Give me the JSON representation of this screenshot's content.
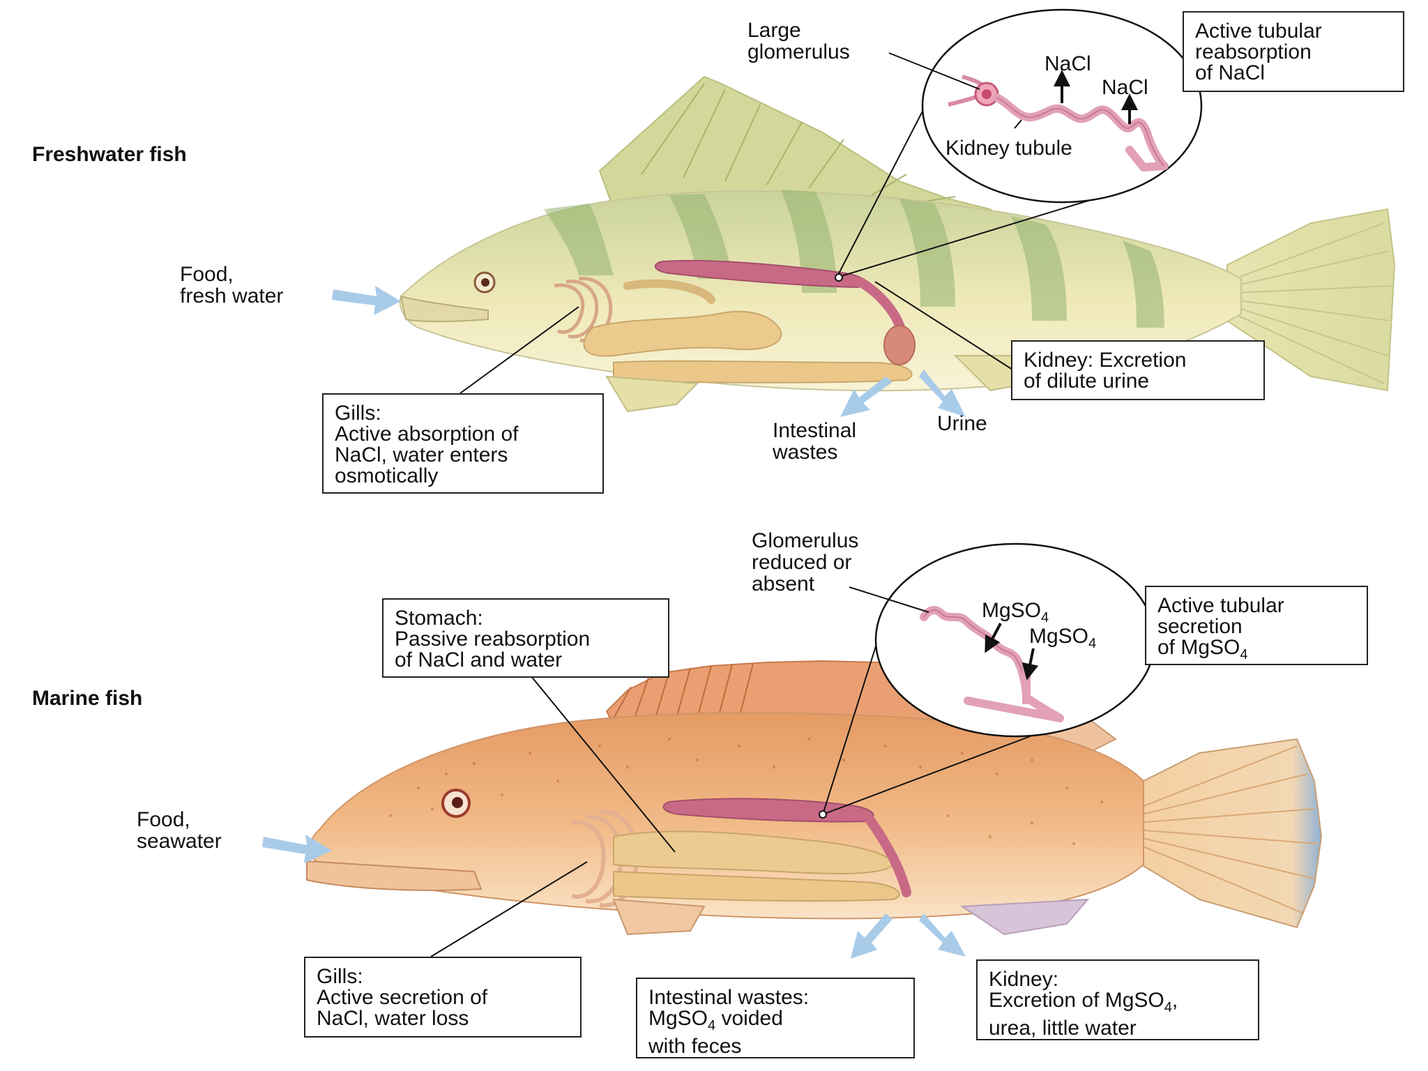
{
  "sections": {
    "freshwater": "Freshwater fish",
    "marine": "Marine fish"
  },
  "freshwater": {
    "food_label": "Food,\nfresh water",
    "glomerulus_label": "Large\nglomerulus",
    "nacl_1": "NaCl",
    "nacl_2": "NaCl",
    "kidney_tubule_label": "Kidney tubule",
    "tubular_box": "Active tubular\nreabsorption\nof NaCl",
    "kidney_box": "Kidney: Excretion\nof dilute urine",
    "gills_box": "Gills:\nActive absorption of\nNaCl, water enters\nosmotically",
    "intestinal_label": "Intestinal\nwastes",
    "urine_label": "Urine"
  },
  "marine": {
    "food_label": "Food,\nseawater",
    "glomerulus_label": "Glomerulus\nreduced or\nabsent",
    "mgso4_1": "MgSO",
    "mgso4_1_sub": "4",
    "mgso4_2": "MgSO",
    "mgso4_2_sub": "4",
    "tubular_box_l1": "Active tubular",
    "tubular_box_l2": "secretion",
    "tubular_box_l3_pre": "of MgSO",
    "tubular_box_l3_sub": "4",
    "stomach_box": "Stomach:\nPassive reabsorption\nof NaCl and water",
    "gills_box": "Gills:\nActive secretion of\nNaCl, water loss",
    "intestinal_box_l1": "Intestinal wastes:",
    "intestinal_box_l2_pre": "MgSO",
    "intestinal_box_l2_sub": "4",
    "intestinal_box_l2_post": " voided",
    "intestinal_box_l3": "with feces",
    "kidney_box_l1": "Kidney:",
    "kidney_box_l2_pre": "Excretion of MgSO",
    "kidney_box_l2_sub": "4",
    "kidney_box_l2_post": ",",
    "kidney_box_l3": "urea, little water"
  },
  "colors": {
    "flow_arrow": "#9cc8ea",
    "kidney": "#c86a86",
    "tubule": "#e4a0b4",
    "freshwater_body": "#efe8b4",
    "freshwater_stripe": "#8fae6a",
    "marine_body": "#eeb27e",
    "organs": "#e7c98a"
  }
}
